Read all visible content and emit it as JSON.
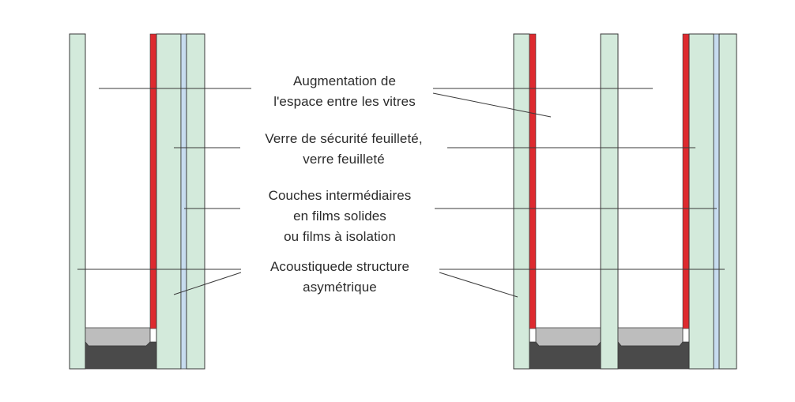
{
  "labels": [
    {
      "id": "space",
      "lines": [
        "Augmentation de",
        "l'espace entre les vitres"
      ]
    },
    {
      "id": "laminated",
      "lines": [
        "Verre de sécurité feuilleté,",
        "verre feuilleté"
      ]
    },
    {
      "id": "interlayers",
      "lines": [
        "Couches intermédiaires",
        "en films solides",
        "ou films à isolation"
      ]
    },
    {
      "id": "acoustic",
      "lines": [
        "Acoustiquede structure",
        "asymétrique"
      ]
    }
  ],
  "colors": {
    "glass_fill": "#d3eadb",
    "glass_stroke": "#3a3a3a",
    "coating": "#dd2a2f",
    "interlayer_film": "#c7dcef",
    "spacer": "#bdbdbd",
    "sealant": "#4a4a4a",
    "leader_line": "#3a3a3a"
  }
}
